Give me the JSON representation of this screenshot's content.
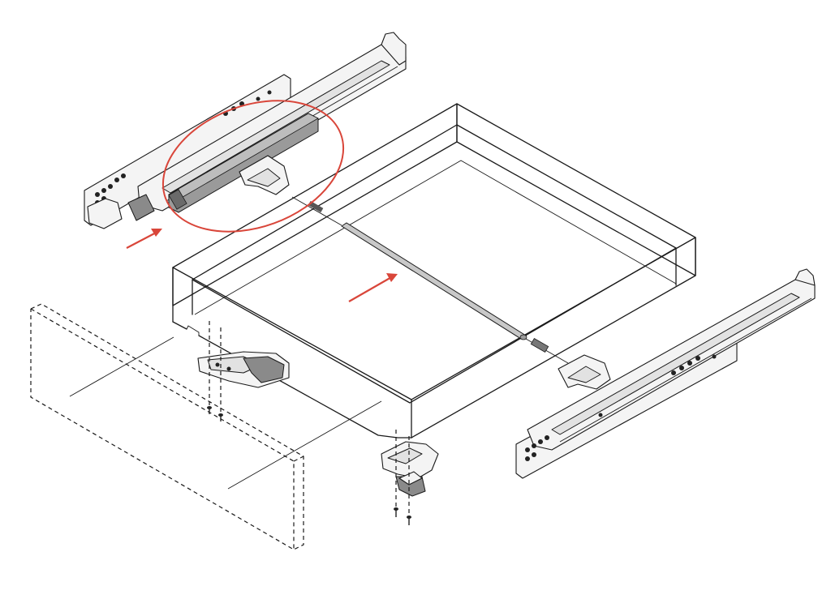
{
  "colors": {
    "background": "#ffffff",
    "line": "#1a1a1a",
    "highlight": "#d9463a",
    "damper": "#9a9a9a",
    "sync_rod": "#c8c8c8"
  },
  "parts": [
    "drawer-box",
    "drawer-front-panel",
    "left-runner-slide",
    "right-runner-slide",
    "soft-close-damper",
    "synchronization-rod",
    "front-locking-device-left",
    "front-locking-device-right",
    "mounting-screws"
  ],
  "annotations": {
    "highlight_ellipse": "soft-close-damper",
    "arrow_count": 2
  }
}
